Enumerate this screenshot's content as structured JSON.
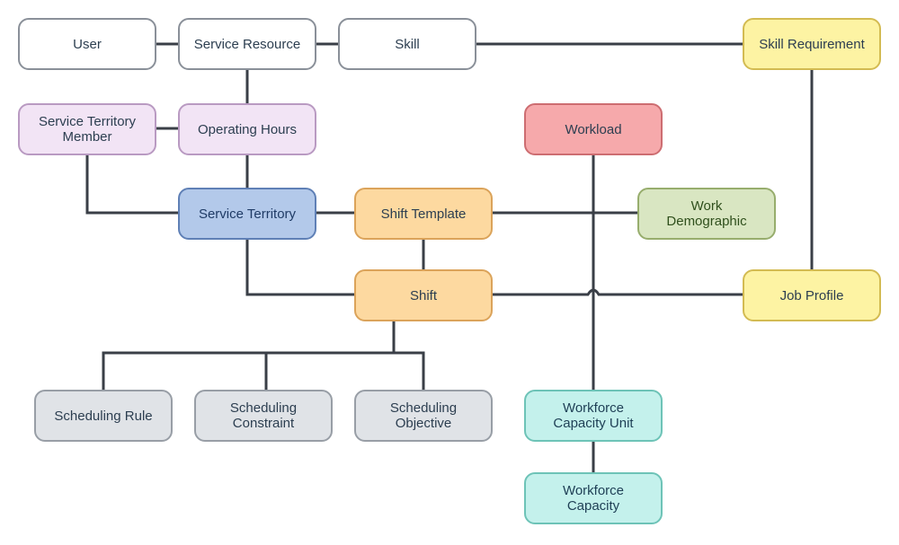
{
  "nodes": {
    "user": "User",
    "service_resource": "Service Resource",
    "skill": "Skill",
    "skill_requirement": "Skill Requirement",
    "service_territory_member": "Service Territory\nMember",
    "operating_hours": "Operating Hours",
    "workload": "Workload",
    "service_territory": "Service Territory",
    "shift_template": "Shift Template",
    "work_demographic": "Work\nDemographic",
    "shift": "Shift",
    "job_profile": "Job Profile",
    "scheduling_rule": "Scheduling Rule",
    "scheduling_constraint": "Scheduling\nConstraint",
    "scheduling_objective": "Scheduling\nObjective",
    "workforce_capacity_unit": "Workforce\nCapacity Unit",
    "workforce_capacity": "Workforce\nCapacity"
  },
  "colors": {
    "connector": "#3a3f47",
    "blue": "#b3c9ea",
    "purple": "#f2e4f5",
    "orange": "#fdd9a0",
    "yellow": "#fdf3a3",
    "red": "#f6a9ab",
    "green": "#d9e6c2",
    "gray": "#e0e3e7",
    "teal": "#c4f1ec"
  }
}
